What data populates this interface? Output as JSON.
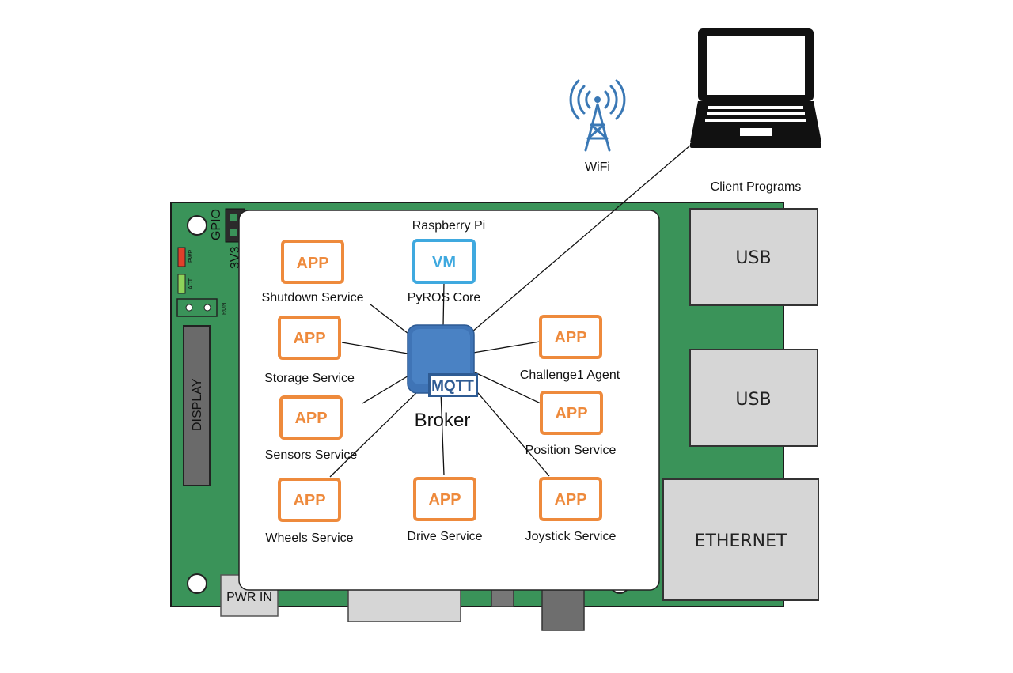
{
  "labels": {
    "wifi": "WiFi",
    "client_programs": "Client Programs",
    "raspberry_pi": "Raspberry Pi",
    "broker": "Broker",
    "mqtt": "MQTT"
  },
  "board": {
    "gpio": "GPIO",
    "v3v3": "3V3",
    "pwr_led": "PWR",
    "act_led": "ACT",
    "run": "RUN",
    "display": "DISPLAY",
    "pwr_in": "PWR IN"
  },
  "ports": {
    "usb_top": "USB",
    "usb_bottom": "USB",
    "ethernet": "ETHERNET"
  },
  "nodes": {
    "pyros_core": {
      "icon": "VM",
      "label": "PyROS Core"
    },
    "shutdown": {
      "icon": "APP",
      "label": "Shutdown Service"
    },
    "storage": {
      "icon": "APP",
      "label": "Storage Service"
    },
    "sensors": {
      "icon": "APP",
      "label": "Sensors Service"
    },
    "wheels": {
      "icon": "APP",
      "label": "Wheels Service"
    },
    "drive": {
      "icon": "APP",
      "label": "Drive Service"
    },
    "joystick": {
      "icon": "APP",
      "label": "Joystick Service"
    },
    "position": {
      "icon": "APP",
      "label": "Position Service"
    },
    "challenge1": {
      "icon": "APP",
      "label": "Challenge1 Agent"
    }
  },
  "colors": {
    "board_green": "#3a9359",
    "app_orange": "#ee8a3c",
    "vm_blue": "#3fa9df",
    "broker_blue": "#3f74b6",
    "port_gray": "#d6d6d6"
  }
}
